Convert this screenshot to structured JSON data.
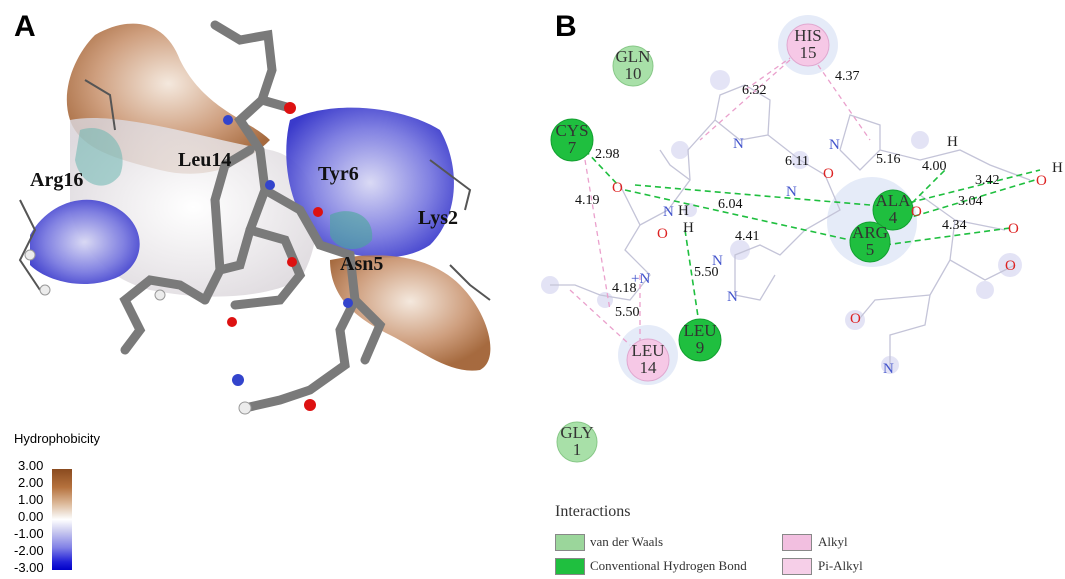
{
  "panels": {
    "a_label": "A",
    "b_label": "B"
  },
  "panel_a": {
    "residue_labels": {
      "arg16": "Arg16",
      "leu14": "Leu14",
      "tyr6": "Tyr6",
      "lys2": "Lys2",
      "asn5": "Asn5"
    },
    "hydrophobicity": {
      "title": "Hydrophobicity",
      "ticks": [
        "3.00",
        "2.00",
        "1.00",
        "0.00",
        "-1.00",
        "-2.00",
        "-3.00"
      ],
      "colors": {
        "high": "#8a4b1f",
        "mid": "#ffffff",
        "low": "#0000c8"
      }
    }
  },
  "panel_b": {
    "residues": {
      "gln": {
        "name": "GLN",
        "num": "10"
      },
      "his": {
        "name": "HIS",
        "num": "15"
      },
      "cys": {
        "name": "CYS",
        "num": "7"
      },
      "ala": {
        "name": "ALA",
        "num": "4"
      },
      "arg": {
        "name": "ARG",
        "num": "5"
      },
      "leu9": {
        "name": "LEU",
        "num": "9"
      },
      "leu14": {
        "name": "LEU",
        "num": "14"
      },
      "gly": {
        "name": "GLY",
        "num": "1"
      }
    },
    "distances": {
      "d632": "6.32",
      "d437": "4.37",
      "d298": "2.98",
      "d611": "6.11",
      "d516": "5.16",
      "d400": "4.00",
      "d342": "3.42",
      "d419": "4.19",
      "d604": "6.04",
      "d304": "3.04",
      "d441": "4.41",
      "d434": "4.34",
      "d550a": "5.50",
      "d418": "4.18",
      "d550b": "5.50"
    },
    "atoms": {
      "o1": "O",
      "o2": "O",
      "o3": "O",
      "o4": "O",
      "o5": "O",
      "o6": "O",
      "o7": "O",
      "o8": "O",
      "n1": "N",
      "n2": "N",
      "n3": "N",
      "n4": "N",
      "n5": "N",
      "n6": "N",
      "n7": "N",
      "h1": "H",
      "h2": "H",
      "h3": "H",
      "h4": "H",
      "nplus": "+N"
    },
    "colors": {
      "conventional_hbond": "#1fbf3f",
      "van_der_waals": "#9bd69b",
      "alkyl": "#f2bfe0"
    },
    "legend": {
      "title": "Interactions",
      "items": [
        "van der Waals",
        "Conventional Hydrogen Bond",
        "Alkyl",
        "Pi-Alkyl"
      ]
    }
  }
}
